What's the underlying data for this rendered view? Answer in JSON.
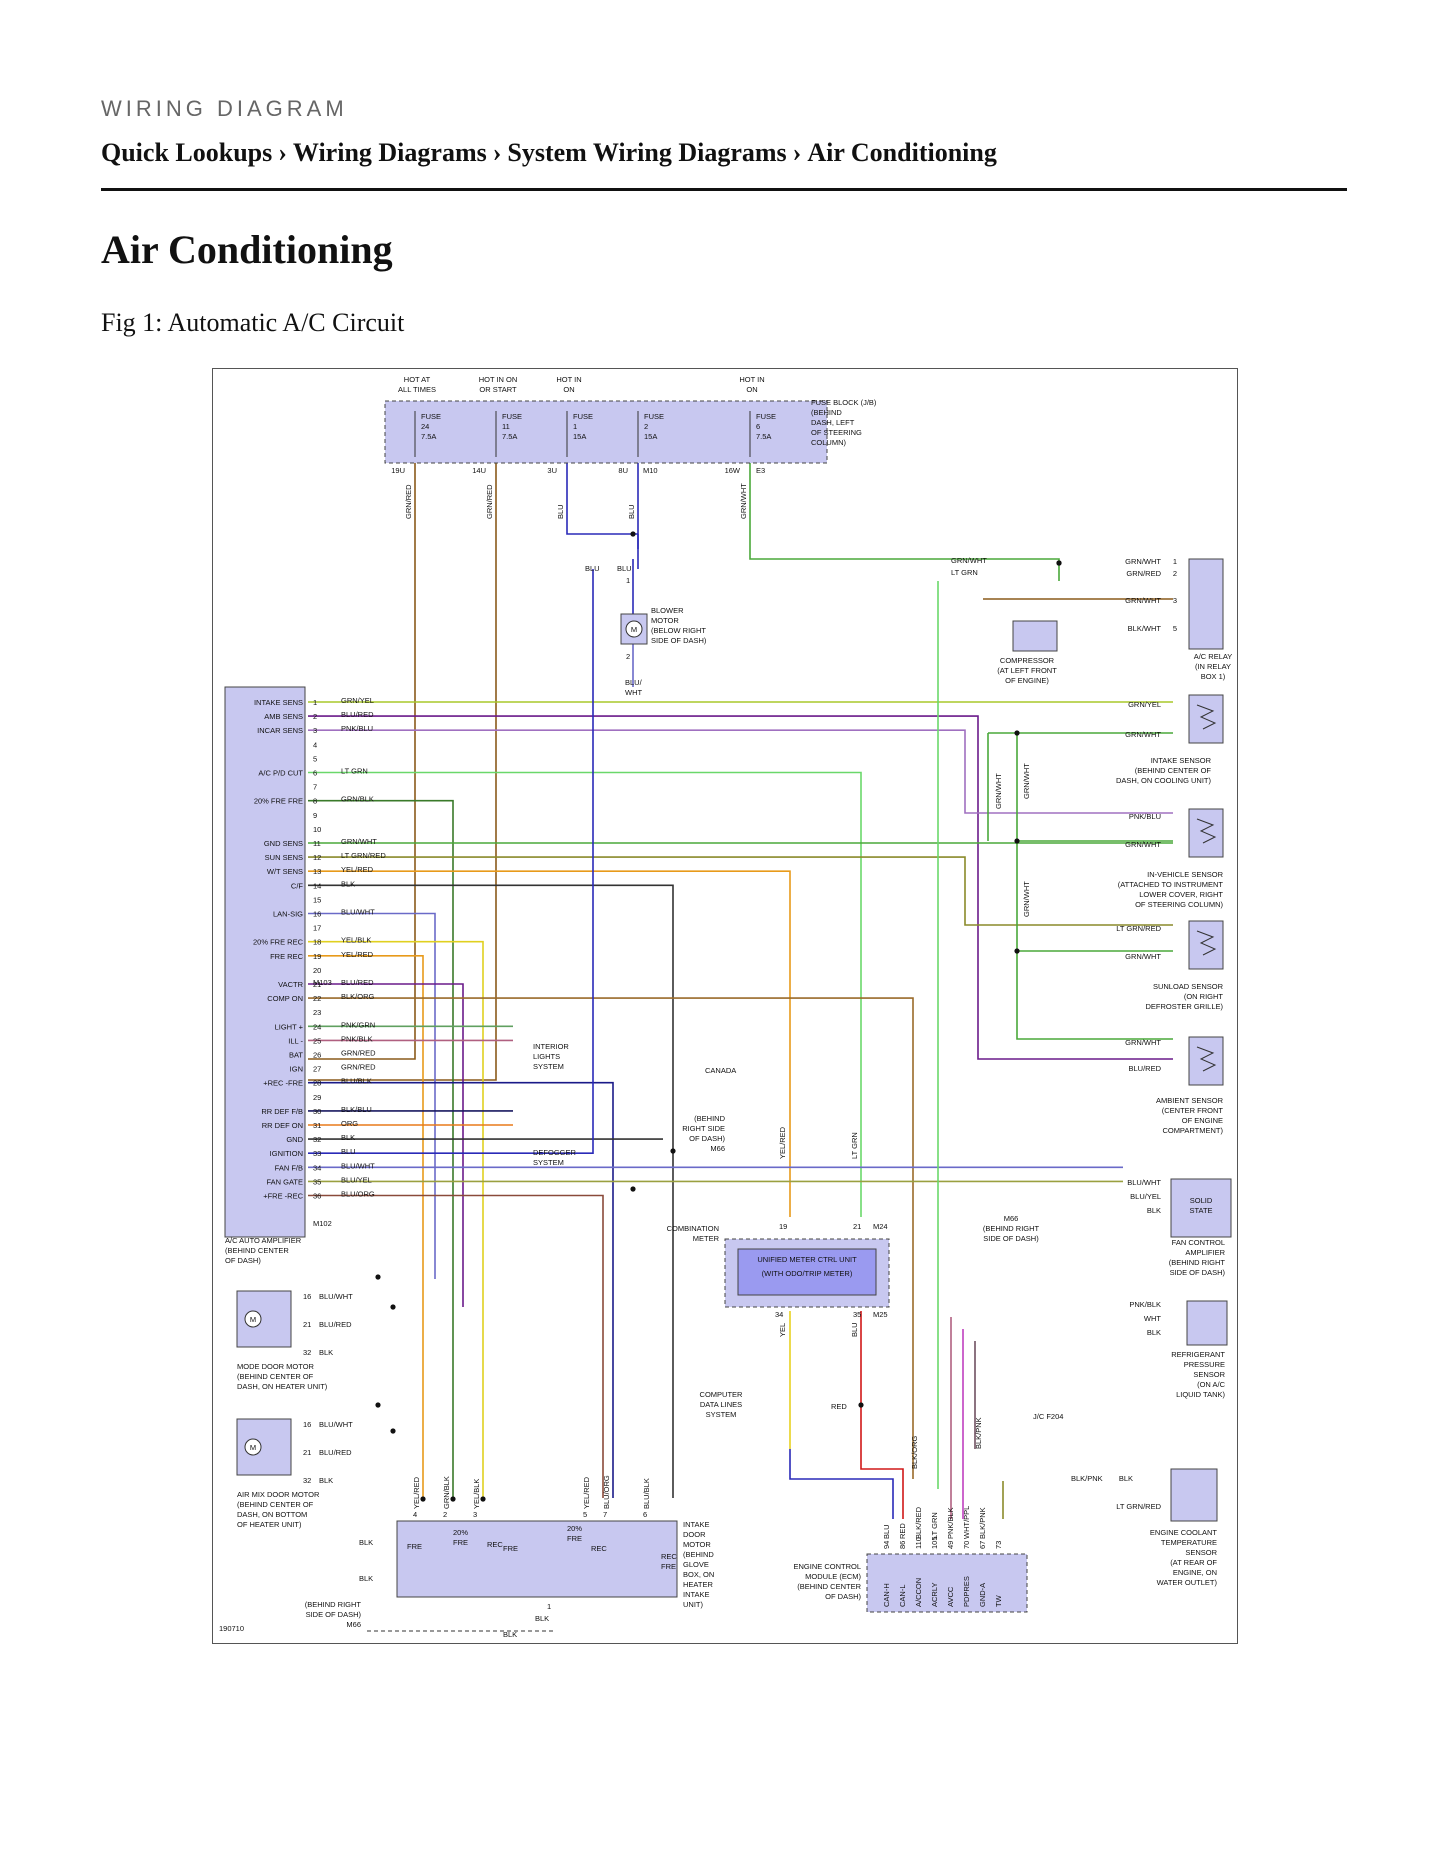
{
  "header": {
    "kicker": "WIRING DIAGRAM",
    "breadcrumb": [
      "Quick Lookups",
      "Wiring Diagrams",
      "System Wiring Diagrams",
      "Air Conditioning"
    ],
    "separator": "›",
    "title": "Air Conditioning",
    "figure_caption": "Fig 1: Automatic A/C Circuit"
  },
  "diagram": {
    "fuse_labels": [
      {
        "power": "HOT AT\nALL TIMES",
        "name": "FUSE\n24\n7.5A",
        "pin": "19U",
        "wire": "GRN/RED"
      },
      {
        "power": "HOT IN ON\nOR START",
        "name": "FUSE\n11\n7.5A",
        "pin": "14U",
        "wire": "GRN/RED"
      },
      {
        "power": "HOT IN\nON",
        "name": "FUSE\n1\n15A",
        "pin": "3U",
        "wire": "BLU"
      },
      {
        "power": "",
        "name": "FUSE\n2\n15A",
        "pin": "8U",
        "wire": "BLU"
      },
      {
        "power": "HOT IN\nON",
        "name": "FUSE\n6\n7.5A",
        "pin": "16W",
        "wire": "GRN/WHT"
      }
    ],
    "fuse_block": "FUSE BLOCK (J/B)\n(BEHIND\nDASH, LEFT\nOF STEERING\nCOLUMN)",
    "connector_m10": "M10",
    "connector_e3": "E3",
    "amplifier_pins": [
      {
        "n": "1",
        "sig": "INTAKE SENS",
        "wire": "GRN/YEL"
      },
      {
        "n": "2",
        "sig": "AMB SENS",
        "wire": "BLU/RED"
      },
      {
        "n": "3",
        "sig": "INCAR SENS",
        "wire": "PNK/BLU"
      },
      {
        "n": "4",
        "sig": "",
        "wire": ""
      },
      {
        "n": "5",
        "sig": "",
        "wire": ""
      },
      {
        "n": "6",
        "sig": "A/C P/D CUT",
        "wire": "LT GRN"
      },
      {
        "n": "7",
        "sig": "",
        "wire": ""
      },
      {
        "n": "8",
        "sig": "20% FRE FRE",
        "wire": "GRN/BLK"
      },
      {
        "n": "9",
        "sig": "",
        "wire": ""
      },
      {
        "n": "10",
        "sig": "",
        "wire": ""
      },
      {
        "n": "11",
        "sig": "GND SENS",
        "wire": "GRN/WHT"
      },
      {
        "n": "12",
        "sig": "SUN SENS",
        "wire": "LT GRN/RED"
      },
      {
        "n": "13",
        "sig": "W/T SENS",
        "wire": "YEL/RED"
      },
      {
        "n": "14",
        "sig": "C/F",
        "wire": "BLK"
      },
      {
        "n": "15",
        "sig": "",
        "wire": ""
      },
      {
        "n": "16",
        "sig": "LAN-SIG",
        "wire": "BLU/WHT"
      },
      {
        "n": "17",
        "sig": "",
        "wire": ""
      },
      {
        "n": "18",
        "sig": "20% FRE REC",
        "wire": "YEL/BLK"
      },
      {
        "n": "19",
        "sig": "FRE REC",
        "wire": "YEL/RED"
      },
      {
        "n": "20",
        "sig": "",
        "wire": ""
      },
      {
        "n": "21",
        "sig": "VACTR",
        "wire": "BLU/RED"
      },
      {
        "n": "22",
        "sig": "COMP ON",
        "wire": "BLK/ORG"
      },
      {
        "n": "23",
        "sig": "",
        "wire": ""
      },
      {
        "n": "24",
        "sig": "LIGHT +",
        "wire": "PNK/GRN"
      },
      {
        "n": "25",
        "sig": "ILL -",
        "wire": "PNK/BLK"
      },
      {
        "n": "26",
        "sig": "BAT",
        "wire": "GRN/RED"
      },
      {
        "n": "27",
        "sig": "IGN",
        "wire": "GRN/RED"
      },
      {
        "n": "28",
        "sig": "+REC -FRE",
        "wire": "BLU/BLK"
      },
      {
        "n": "29",
        "sig": "",
        "wire": ""
      },
      {
        "n": "30",
        "sig": "RR DEF F/B",
        "wire": "BLK/BLU"
      },
      {
        "n": "31",
        "sig": "RR DEF ON",
        "wire": "ORG"
      },
      {
        "n": "32",
        "sig": "GND",
        "wire": "BLK"
      },
      {
        "n": "33",
        "sig": "IGNITION",
        "wire": "BLU"
      },
      {
        "n": "34",
        "sig": "FAN F/B",
        "wire": "BLU/WHT"
      },
      {
        "n": "35",
        "sig": "FAN GATE",
        "wire": "BLU/YEL"
      },
      {
        "n": "36",
        "sig": "+FRE -REC",
        "wire": "BLU/ORG"
      }
    ],
    "connector_m103": "M103",
    "connector_m102": "M102",
    "amplifier_label": "A/C AUTO AMPLIFIER\n(BEHIND CENTER\nOF DASH)",
    "interior_lights": "INTERIOR\nLIGHTS\nSYSTEM",
    "defogger": "DEFOGGER\nSYSTEM",
    "canada": "CANADA",
    "behind_rside": "(BEHIND\nRIGHT SIDE\nOF DASH)",
    "m66": "M66",
    "blower": {
      "label": "BLOWER\nMOTOR\n(BELOW RIGHT\nSIDE OF DASH)",
      "in": "BLU",
      "out": "BLU/\nWHT",
      "p1": "1",
      "p2": "2",
      "m": "M"
    },
    "ac_relay": {
      "label": "A/C RELAY\n(IN RELAY\nBOX 1)",
      "wires": [
        {
          "n": "1",
          "w": "GRN/WHT"
        },
        {
          "n": "2",
          "w": "GRN/RED"
        },
        {
          "n": "3",
          "w": "GRN/WHT"
        },
        {
          "n": "5",
          "w": "BLK/WHT"
        }
      ],
      "lt_grn": "LT GRN",
      "grn_wht": "GRN/WHT"
    },
    "compressor": "COMPRESSOR\n(AT LEFT FRONT\nOF ENGINE)",
    "intake_sensor": {
      "label": "INTAKE SENSOR\n(BEHIND CENTER OF\nDASH, ON COOLING UNIT)",
      "w1": "GRN/YEL",
      "w2": "GRN/WHT"
    },
    "invehicle_sensor": {
      "label": "IN-VEHICLE SENSOR\n(ATTACHED TO INSTRUMENT\nLOWER COVER, RIGHT\nOF STEERING COLUMN)",
      "w1": "PNK/BLU",
      "w2": "GRN/WHT"
    },
    "sunload_sensor": {
      "label": "SUNLOAD SENSOR\n(ON RIGHT\nDEFROSTER GRILLE)",
      "w1": "LT GRN/RED",
      "w2": "GRN/WHT"
    },
    "ambient_sensor": {
      "label": "AMBIENT SENSOR\n(CENTER FRONT\nOF ENGINE\nCOMPARTMENT)",
      "w2": "GRN/WHT",
      "w1": "BLU/RED"
    },
    "vertical_grnwht": "GRN/WHT",
    "solid_state": "SOLID\nSTATE",
    "fan_amp": {
      "label": "FAN CONTROL\nAMPLIFIER\n(BEHIND RIGHT\nSIDE OF DASH)",
      "w3": "BLU/WHT",
      "w2": "BLU/YEL",
      "w1": "BLK"
    },
    "m66_right": "M66\n(BEHIND RIGHT\nSIDE OF DASH)",
    "meter": {
      "title": "COMBINATION\nMETER",
      "box": "UNIFIED METER CTRL UNIT\n(WITH ODO/TRIP METER)",
      "p19": "19",
      "p21": "21",
      "m24": "M24",
      "p34": "34",
      "p35": "35",
      "m25": "M25",
      "yelred": "YEL/RED",
      "ltgrn": "LT GRN",
      "yel": "YEL",
      "blu": "BLU"
    },
    "data_lines": "COMPUTER\nDATA LINES\nSYSTEM",
    "red": "RED",
    "refrigerant": {
      "label": "REFRIGERANT\nPRESSURE\nSENSOR\n(ON A/C\nLIQUID TANK)",
      "w3": "PNK/BLK",
      "w2": "WHT",
      "w1": "BLK",
      "l3": "PNK/BLK",
      "l2": "WHT/PPL",
      "l1": "BLK/PNK"
    },
    "jc": "J/C F204",
    "coolant": {
      "label": "ENGINE COOLANT\nTEMPERATURE\nSENSOR\n(AT REAR OF\nENGINE, ON\nWATER OUTLET)",
      "w2": "BLK",
      "w1": "LT GRN/RED",
      "l2": "BLK/PNK"
    },
    "ecm": {
      "label": "ENGINE CONTROL\nMODULE (ECM)\n(BEHIND CENTER\nOF DASH)",
      "pins": [
        {
          "n": "94",
          "w": "BLU",
          "s": "CAN-H"
        },
        {
          "n": "86",
          "w": "RED",
          "s": "CAN-L"
        },
        {
          "n": "110",
          "w": "BLK/RED",
          "s": "A/CCON"
        },
        {
          "n": "105",
          "w": "LT GRN",
          "s": "ACRLY"
        },
        {
          "n": "49",
          "w": "PNK/BLK",
          "s": "AVCC"
        },
        {
          "n": "70",
          "w": "WHT/PPL",
          "s": "PDPRES"
        },
        {
          "n": "67",
          "w": "BLK/PNK",
          "s": "GND-A"
        },
        {
          "n": "73",
          "w": "",
          "s": "TW"
        }
      ],
      "blkorg": "BLK/ORG"
    },
    "mode_motor": {
      "label": "MODE DOOR MOTOR\n(BEHIND CENTER OF\nDASH, ON HEATER UNIT)",
      "p16": "16",
      "w16": "BLU/WHT",
      "p21": "21",
      "w21": "BLU/RED",
      "p32": "32",
      "w32": "BLK"
    },
    "mix_motor": {
      "label": "AIR MIX DOOR MOTOR\n(BEHIND CENTER OF\nDASH, ON BOTTOM\nOF HEATER UNIT)",
      "p16": "16",
      "w16": "BLU/WHT",
      "p21": "21",
      "w21": "BLU/RED",
      "p32": "32",
      "w32": "BLK"
    },
    "intake_motor": {
      "label": "INTAKE\nDOOR\nMOTOR\n(BEHIND\nGLOVE\nBOX, ON\nHEATER\nINTAKE\nUNIT)",
      "wires": [
        "YEL/RED",
        "GRN/BLK",
        "YEL/BLK",
        "YEL/RED",
        "BLU/ORG",
        "BLU/BLK"
      ],
      "pins": [
        "4",
        "2",
        "3",
        "5",
        "7",
        "6",
        "1"
      ],
      "t20a": "20%\nFRE",
      "t20b": "20%\nFRE",
      "fre": "FRE",
      "rec": "REC",
      "recfre": "REC\nFRE"
    },
    "blk": "BLK",
    "bottom_ground": "(BEHIND RIGHT\nSIDE OF DASH)\nM66",
    "figure_id": "190710"
  }
}
